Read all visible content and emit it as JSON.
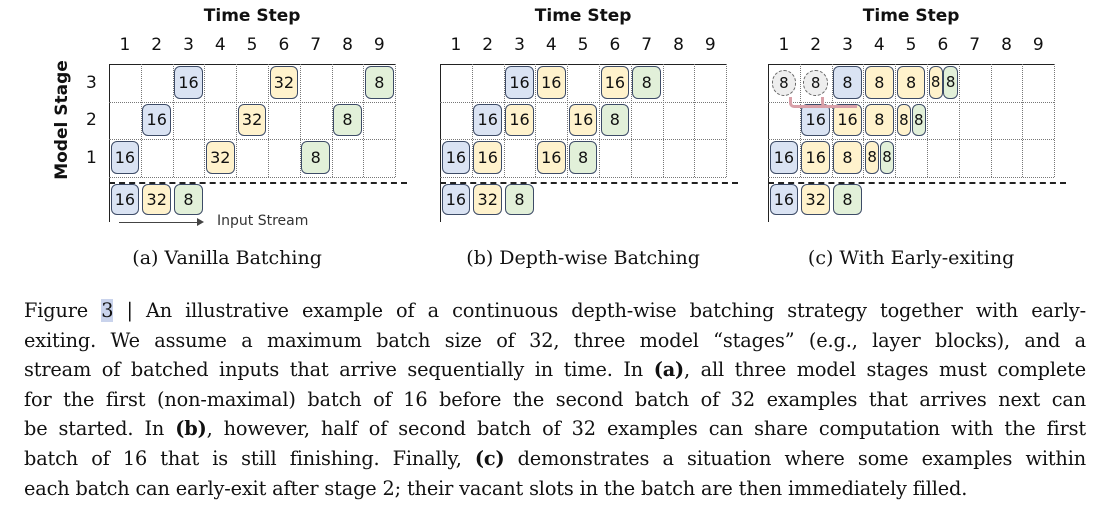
{
  "figure": {
    "x_title": "Time Step",
    "y_title": "Model Stage",
    "time_steps": [
      "1",
      "2",
      "3",
      "4",
      "5",
      "6",
      "7",
      "8",
      "9"
    ],
    "stages": [
      "3",
      "2",
      "1"
    ],
    "input_stream_label": "Input Stream",
    "colors": {
      "blue": "#dae3f3",
      "yellow": "#fff2cc",
      "green": "#e2f0d9",
      "exit_arrow": "#d9a0a8"
    },
    "panels": [
      {
        "caption": "(a) Vanilla Batching",
        "show_y_axis": true,
        "show_input_label": true,
        "cells": [
          {
            "stage": 3,
            "step": 3,
            "label": "16",
            "color": "blue"
          },
          {
            "stage": 3,
            "step": 6,
            "label": "32",
            "color": "yellow"
          },
          {
            "stage": 3,
            "step": 9,
            "label": "8",
            "color": "green"
          },
          {
            "stage": 2,
            "step": 2,
            "label": "16",
            "color": "blue"
          },
          {
            "stage": 2,
            "step": 5,
            "label": "32",
            "color": "yellow"
          },
          {
            "stage": 2,
            "step": 8,
            "label": "8",
            "color": "green"
          },
          {
            "stage": 1,
            "step": 1,
            "label": "16",
            "color": "blue"
          },
          {
            "stage": 1,
            "step": 4,
            "label": "32",
            "color": "yellow"
          },
          {
            "stage": 1,
            "step": 7,
            "label": "8",
            "color": "green"
          }
        ],
        "inputs": [
          {
            "label": "16",
            "color": "blue"
          },
          {
            "label": "32",
            "color": "yellow"
          },
          {
            "label": "8",
            "color": "green"
          }
        ]
      },
      {
        "caption": "(b) Depth-wise Batching",
        "cells": [
          {
            "stage": 3,
            "step": 3,
            "label": "16",
            "color": "blue"
          },
          {
            "stage": 3,
            "step": 4,
            "label": "16",
            "color": "yellow"
          },
          {
            "stage": 3,
            "step": 6,
            "label": "16",
            "color": "yellow"
          },
          {
            "stage": 3,
            "step": 7,
            "label": "8",
            "color": "green"
          },
          {
            "stage": 2,
            "step": 2,
            "label": "16",
            "color": "blue"
          },
          {
            "stage": 2,
            "step": 3,
            "label": "16",
            "color": "yellow"
          },
          {
            "stage": 2,
            "step": 5,
            "label": "16",
            "color": "yellow"
          },
          {
            "stage": 2,
            "step": 6,
            "label": "8",
            "color": "green"
          },
          {
            "stage": 1,
            "step": 1,
            "label": "16",
            "color": "blue"
          },
          {
            "stage": 1,
            "step": 2,
            "label": "16",
            "color": "yellow"
          },
          {
            "stage": 1,
            "step": 4,
            "label": "16",
            "color": "yellow"
          },
          {
            "stage": 1,
            "step": 5,
            "label": "8",
            "color": "green"
          }
        ],
        "inputs": [
          {
            "label": "16",
            "color": "blue"
          },
          {
            "label": "32",
            "color": "yellow"
          },
          {
            "label": "8",
            "color": "green"
          }
        ]
      },
      {
        "caption": "(c) With Early-exiting",
        "cells": [
          {
            "stage": 3,
            "step": 1,
            "label": "8",
            "color": "exited"
          },
          {
            "stage": 3,
            "step": 2,
            "label": "8",
            "color": "exited"
          },
          {
            "stage": 3,
            "step": 3,
            "label": "8",
            "color": "blue"
          },
          {
            "stage": 3,
            "step": 4,
            "label": "8",
            "color": "yellow"
          },
          {
            "stage": 3,
            "step": 5,
            "label": "8",
            "color": "yellow"
          },
          {
            "stage": 3,
            "step": 6,
            "label": "8",
            "color": "yellow",
            "half": "left"
          },
          {
            "stage": 3,
            "step": 6,
            "label": "8",
            "color": "green",
            "half": "right"
          },
          {
            "stage": 2,
            "step": 2,
            "label": "16",
            "color": "blue"
          },
          {
            "stage": 2,
            "step": 3,
            "label": "16",
            "color": "yellow"
          },
          {
            "stage": 2,
            "step": 4,
            "label": "8",
            "color": "yellow"
          },
          {
            "stage": 2,
            "step": 5,
            "label": "8",
            "color": "yellow",
            "half": "left"
          },
          {
            "stage": 2,
            "step": 5,
            "label": "8",
            "color": "green",
            "half": "right"
          },
          {
            "stage": 1,
            "step": 1,
            "label": "16",
            "color": "blue"
          },
          {
            "stage": 1,
            "step": 2,
            "label": "16",
            "color": "yellow"
          },
          {
            "stage": 1,
            "step": 3,
            "label": "8",
            "color": "yellow"
          },
          {
            "stage": 1,
            "step": 4,
            "label": "8",
            "color": "yellow",
            "half": "left"
          },
          {
            "stage": 1,
            "step": 4,
            "label": "8",
            "color": "green",
            "half": "right"
          }
        ],
        "exit_arrows": [
          {
            "from_step": 2,
            "to_step": 1
          },
          {
            "from_step": 3,
            "to_step": 2
          }
        ],
        "inputs": [
          {
            "label": "16",
            "color": "blue"
          },
          {
            "label": "32",
            "color": "yellow"
          },
          {
            "label": "8",
            "color": "green"
          }
        ]
      }
    ]
  },
  "caption": {
    "lines": [
      [
        {
          "t": "Figure "
        },
        {
          "t": "3",
          "hl": true
        },
        {
          "t": " | An illustrative example of a continuous depth-wise batching strategy together with early-"
        }
      ],
      [
        {
          "t": "exiting. We assume a maximum batch size of 32, three model “stages” (e.g., layer blocks), and a"
        }
      ],
      [
        {
          "t": "stream of batched inputs that arrive sequentially in time. In "
        },
        {
          "t": "(a)",
          "b": true
        },
        {
          "t": ", all three model stages must complete"
        }
      ],
      [
        {
          "t": "for the first (non-maximal) batch of 16 before the second batch of 32 examples that arrives next can"
        }
      ],
      [
        {
          "t": "be started. In "
        },
        {
          "t": "(b)",
          "b": true
        },
        {
          "t": ", however, half of second batch of 32 examples can share computation with the first"
        }
      ],
      [
        {
          "t": "batch of 16 that is still finishing. Finally, "
        },
        {
          "t": "(c)",
          "b": true
        },
        {
          "t": " demonstrates a situation where some examples within"
        }
      ],
      [
        {
          "t": "each batch can early-exit after stage 2; their vacant slots in the batch are then immediately filled."
        }
      ]
    ]
  }
}
